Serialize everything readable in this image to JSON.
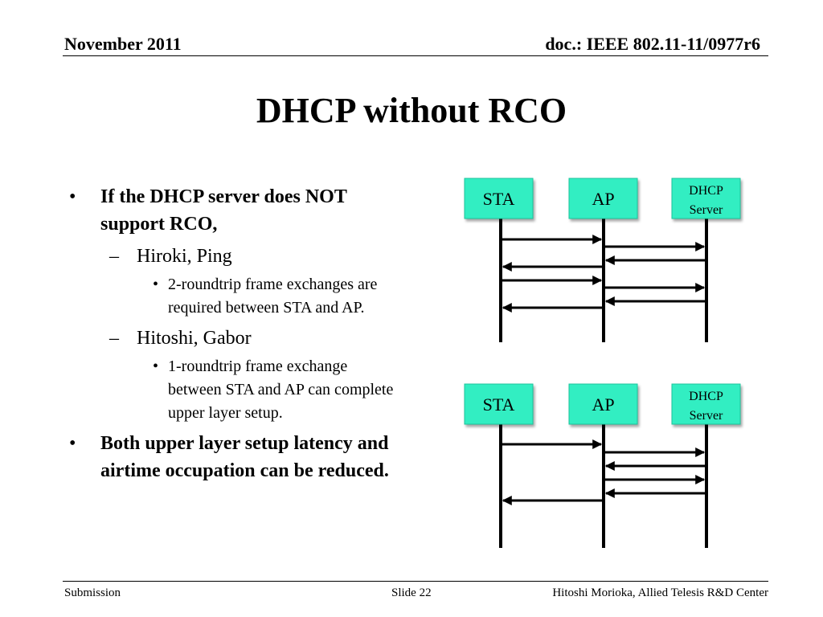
{
  "header": {
    "date": "November 2011",
    "doc": "doc.: IEEE 802.11-11/0977r6"
  },
  "title": "DHCP without RCO",
  "bullets": {
    "b1": "If the DHCP server does NOT support RCO,",
    "b1_sub1": "Hiroki, Ping",
    "b1_sub1_detail": "2-roundtrip frame exchanges are required between STA and AP.",
    "b1_sub2": "Hitoshi, Gabor",
    "b1_sub2_detail": "1-roundtrip frame exchange between STA and AP can complete upper layer setup.",
    "b2": "Both upper layer setup latency and airtime occupation can be reduced."
  },
  "diagrams": [
    {
      "sta": "STA",
      "ap": "AP",
      "server_line1": "DHCP",
      "server_line2": "Server"
    },
    {
      "sta": "STA",
      "ap": "AP",
      "server_line1": "DHCP",
      "server_line2": "Server"
    }
  ],
  "colors": {
    "box_fill": "#33eec2",
    "box_border": "#1fc49c"
  },
  "footer": {
    "left": "Submission",
    "slide": "Slide 22",
    "author": "Hitoshi Morioka, Allied Telesis R&D Center"
  }
}
